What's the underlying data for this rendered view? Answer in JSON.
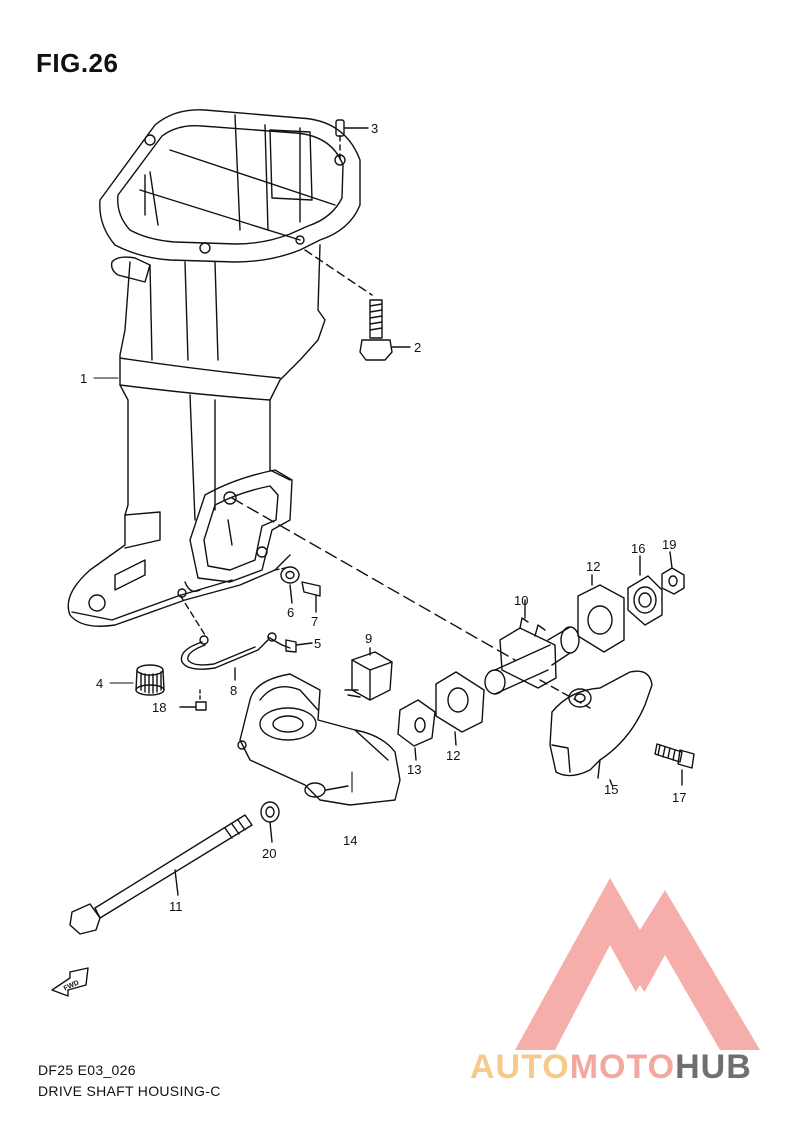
{
  "figure": {
    "title": "FIG.26"
  },
  "callouts": {
    "c1": "1",
    "c2": "2",
    "c3": "3",
    "c4": "4",
    "c5": "5",
    "c6": "6",
    "c7": "7",
    "c8": "8",
    "c9": "9",
    "c10": "10",
    "c11": "11",
    "c12a": "12",
    "c12b": "12",
    "c13": "13",
    "c14": "14",
    "c15": "15",
    "c16": "16",
    "c17": "17",
    "c18": "18",
    "c19": "19",
    "c20": "20"
  },
  "fwd_label": "FWD",
  "footer": {
    "model_code": "DF25 E03_026",
    "section_name": "DRIVE SHAFT HOUSING-C"
  },
  "watermark": {
    "part1": "AUTO",
    "part2": "MOTO",
    "part3": "HUB",
    "colors": {
      "auto": "#f7c98a",
      "moto": "#f4a6a0",
      "hub": "#6f6f6f",
      "triangle": "#f4a6a0"
    }
  }
}
